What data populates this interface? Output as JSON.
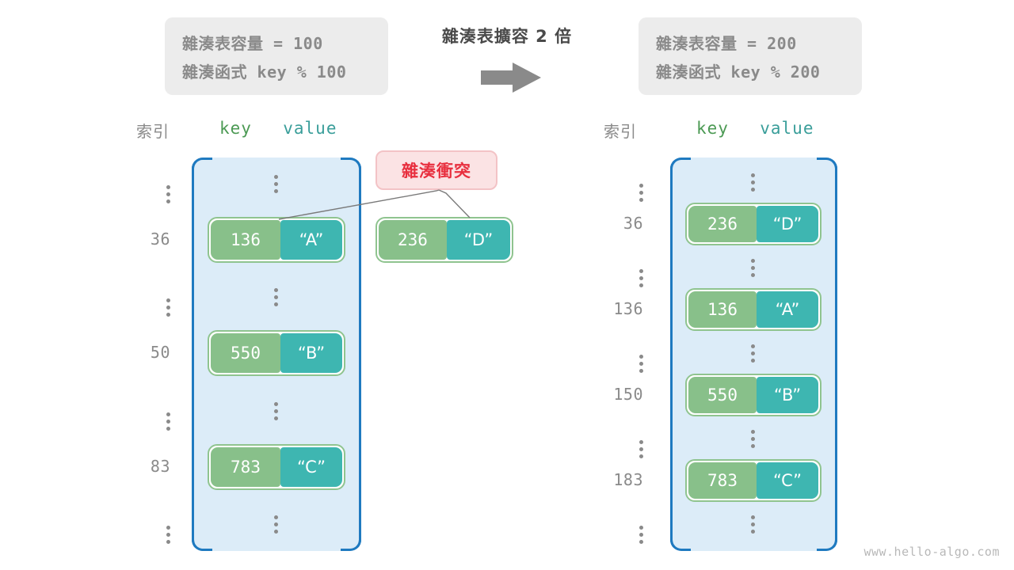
{
  "before_info": {
    "capacity_line": "雜湊表容量 = 100",
    "function_line": "雜湊函式 key % 100"
  },
  "after_info": {
    "capacity_line": "雜湊表容量 = 200",
    "function_line": "雜湊函式 key % 200"
  },
  "center": {
    "caption": "雜湊表擴容 2 倍",
    "arrow_icon": "right-arrow-icon"
  },
  "headers": {
    "index": "索引",
    "key": "key",
    "value": "value"
  },
  "collision": {
    "badge_label": "雜湊衝突"
  },
  "detached_entry": {
    "key": "236",
    "value": "“D”"
  },
  "before_table": {
    "rows": [
      {
        "index": "⋮",
        "type": "ellipsis"
      },
      {
        "index": "36",
        "type": "pair",
        "key": "136",
        "value": "“A”"
      },
      {
        "index": "⋮",
        "type": "ellipsis"
      },
      {
        "index": "50",
        "type": "pair",
        "key": "550",
        "value": "“B”"
      },
      {
        "index": "⋮",
        "type": "ellipsis"
      },
      {
        "index": "83",
        "type": "pair",
        "key": "783",
        "value": "“C”"
      },
      {
        "index": "⋮",
        "type": "ellipsis"
      }
    ]
  },
  "after_table": {
    "rows": [
      {
        "index": "⋮",
        "type": "ellipsis"
      },
      {
        "index": "36",
        "type": "pair",
        "key": "236",
        "value": "“D”"
      },
      {
        "index": "⋮",
        "type": "ellipsis"
      },
      {
        "index": "136",
        "type": "pair",
        "key": "136",
        "value": "“A”"
      },
      {
        "index": "⋮",
        "type": "ellipsis"
      },
      {
        "index": "150",
        "type": "pair",
        "key": "550",
        "value": "“B”"
      },
      {
        "index": "⋮",
        "type": "ellipsis"
      },
      {
        "index": "183",
        "type": "pair",
        "key": "783",
        "value": "“C”"
      },
      {
        "index": "⋮",
        "type": "ellipsis"
      }
    ]
  },
  "watermark": "www.hello-algo.com",
  "colors": {
    "key_fill": "#88c08a",
    "value_fill": "#3eb6b1",
    "pair_border": "#8fc48f",
    "table_fill": "#dcecf8",
    "table_border": "#1f7ac0",
    "collision_bg": "#fbe3e4",
    "collision_text": "#e8303f",
    "info_bg": "#ececec",
    "muted_text": "#8a8a8a"
  }
}
